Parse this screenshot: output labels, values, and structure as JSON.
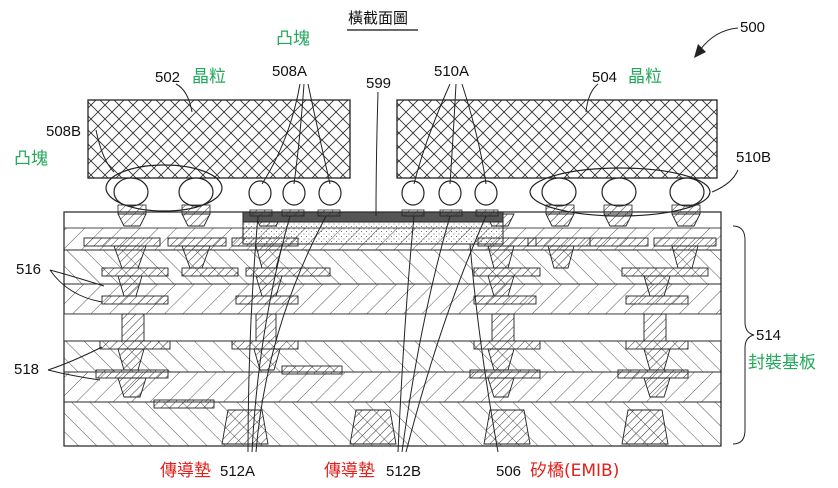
{
  "title": "橫截面圖",
  "labels": {
    "ref_500": "500",
    "die_502_num": "502",
    "die_502_cjk": "晶粒",
    "die_504_num": "504",
    "die_504_cjk": "晶粒",
    "bump_508a_cjk": "凸塊",
    "bump_508a": "508A",
    "bump_508b": "508B",
    "bump_508b_cjk": "凸塊",
    "bump_510a": "510A",
    "bump_510b": "510B",
    "ref_599": "599",
    "layer_516": "516",
    "layer_518": "518",
    "substrate_514": "514",
    "substrate_514_cjk": "封裝基板",
    "pad_512a_cjk": "傳導墊",
    "pad_512a": "512A",
    "pad_512b_cjk": "傳導墊",
    "pad_512b": "512B",
    "bridge_506": "506",
    "bridge_506_cjk": "矽橋(EMIB)"
  },
  "colors": {
    "green": "#22a85a",
    "red": "#e0201b",
    "ink": "#222222"
  }
}
